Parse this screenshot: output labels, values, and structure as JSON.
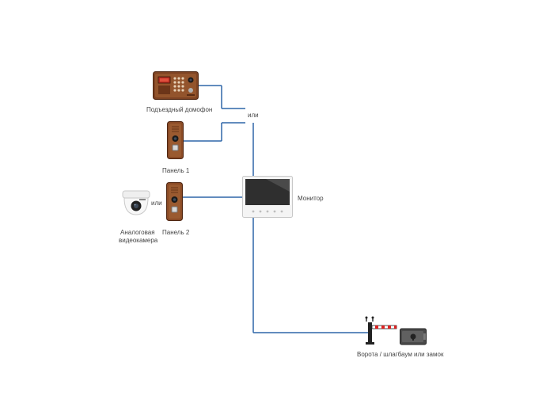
{
  "labels": {
    "entrance_intercom": "Подъездный домофон",
    "or_top": "или",
    "panel1": "Панель 1",
    "monitor": "Монитор",
    "or_camera": "или",
    "camera_line1": "Аналоговая",
    "camera_line2": "видеокамера",
    "panel2": "Панель 2",
    "gate": "Ворота / шлагбаум или замок"
  },
  "colors": {
    "wire": "#2f66a8",
    "panel_bronze": "#8a4a25",
    "monitor_screen": "#3a3a3a"
  },
  "icons": {
    "entrance_intercom": "intercom-keypad-icon",
    "panel": "call-panel-icon",
    "camera": "dome-camera-icon",
    "monitor": "video-monitor-icon",
    "barrier": "barrier-gate-icon",
    "lock": "electric-lock-icon"
  }
}
